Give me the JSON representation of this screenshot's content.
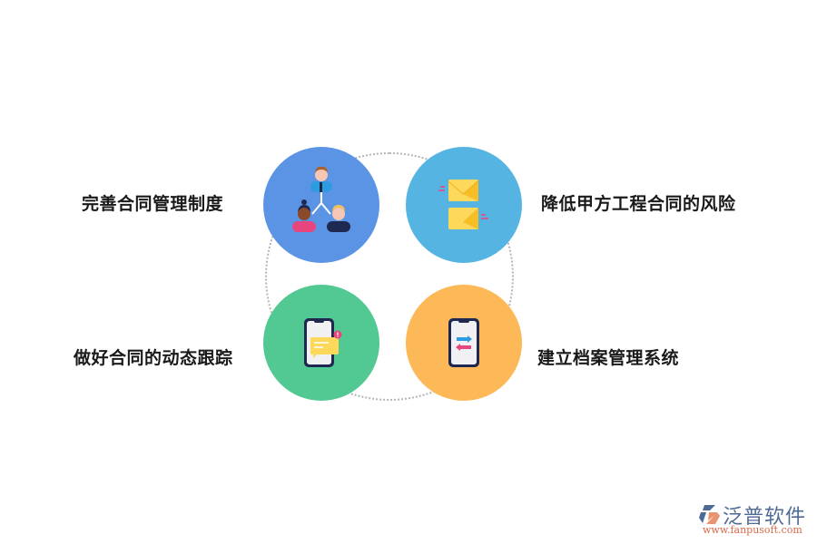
{
  "diagram": {
    "items": [
      {
        "label": "完善合同管理制度",
        "icon": "team-hierarchy-icon",
        "color": "#5b94e5"
      },
      {
        "label": "降低甲方工程合同的风险",
        "icon": "envelopes-icon",
        "color": "#56b4e3"
      },
      {
        "label": "做好合同的动态跟踪",
        "icon": "phone-message-notification-icon",
        "color": "#52c992"
      },
      {
        "label": "建立档案管理系统",
        "icon": "phone-transfer-arrows-icon",
        "color": "#fdb857"
      }
    ],
    "ring_color": "#b5b5b5"
  },
  "watermark": {
    "brand": "泛普软件",
    "url": "www.fanpusoft.com",
    "brand_color": "#4e6a95",
    "url_color": "#d9694a"
  }
}
